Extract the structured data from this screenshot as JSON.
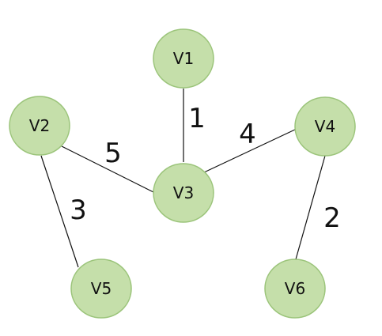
{
  "graph": {
    "colors": {
      "node_fill": "#c5dfaa",
      "node_stroke": "#9bc47a",
      "edge": "#111111",
      "label": "#111111"
    },
    "nodes": [
      {
        "id": "v1",
        "label": "V1"
      },
      {
        "id": "v2",
        "label": "V2"
      },
      {
        "id": "v3",
        "label": "V3"
      },
      {
        "id": "v4",
        "label": "V4"
      },
      {
        "id": "v5",
        "label": "V5"
      },
      {
        "id": "v6",
        "label": "V6"
      }
    ],
    "edges": [
      {
        "from": "V1",
        "to": "V3",
        "weight": "1"
      },
      {
        "from": "V2",
        "to": "V3",
        "weight": "5"
      },
      {
        "from": "V3",
        "to": "V4",
        "weight": "4"
      },
      {
        "from": "V2",
        "to": "V5",
        "weight": "3"
      },
      {
        "from": "V4",
        "to": "V6",
        "weight": "2"
      }
    ]
  }
}
